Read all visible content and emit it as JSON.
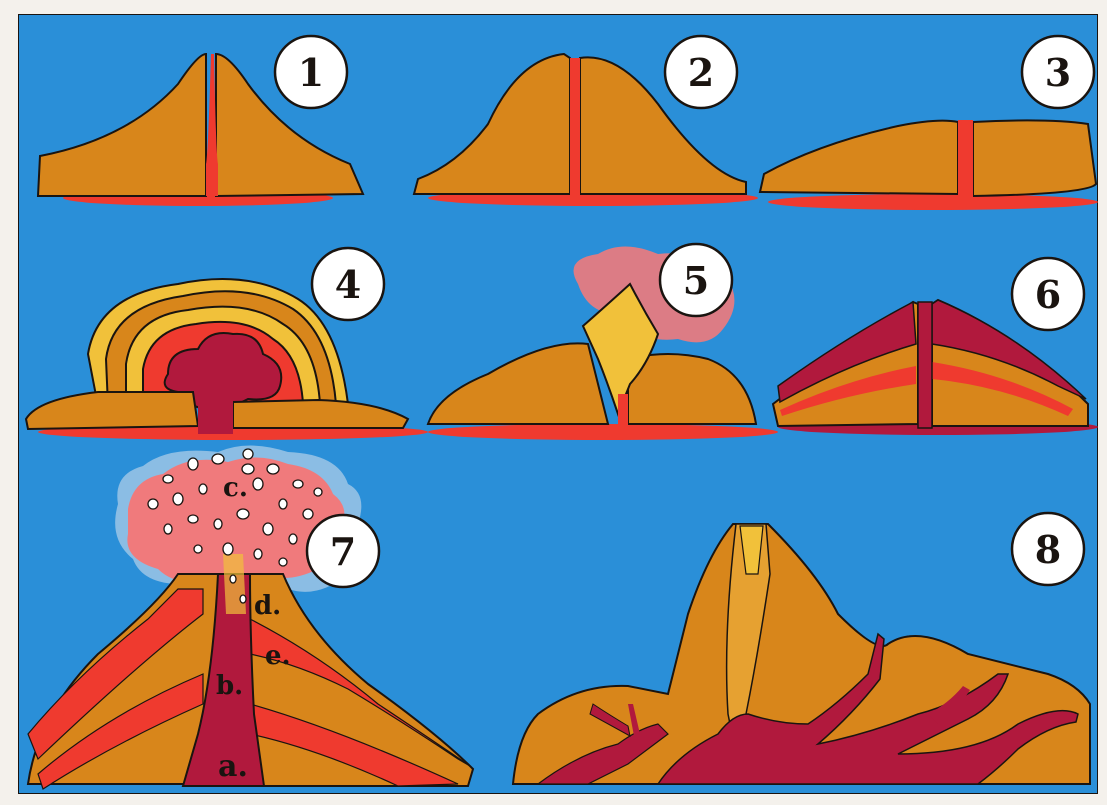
{
  "colors": {
    "frame": "#e8222f",
    "background": "#2a8fd8",
    "background_dark": "#1e6fb8",
    "rock_orange": "#d8861b",
    "rock_orange_light": "#e6a131",
    "lava_red": "#ef3a2f",
    "magma_crimson": "#b1193d",
    "yellow_plug": "#f1c13a",
    "ash_pink": "#f07a7c",
    "ash_blue": "#9cc6e6",
    "outline": "#1a1410",
    "badge_fill": "#ffffff"
  },
  "badges": [
    "1",
    "2",
    "3",
    "4",
    "5",
    "6",
    "7",
    "8"
  ],
  "letters": {
    "a": "a.",
    "b": "b.",
    "c": "c.",
    "d": "d.",
    "e": "e."
  }
}
